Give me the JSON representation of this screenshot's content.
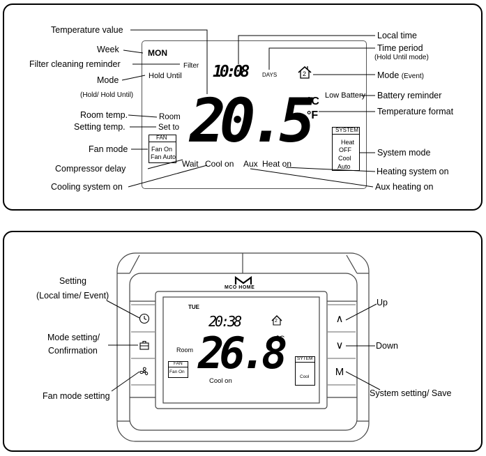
{
  "top_diagram": {
    "lcd": {
      "week": "MON",
      "filter": "Filter",
      "hold_until": "Hold  Until",
      "time": "10:08",
      "days": "DAYS",
      "temperature": "20.5",
      "unit_c": "°C",
      "unit_f": "°F",
      "low_battery": "Low Battery",
      "room": "Room",
      "set_to": "Set to",
      "fan_title": "FAN",
      "fan_on": "Fan On",
      "fan_auto": "Fan Auto",
      "system_title": "SYSTEM",
      "system_heat": "Heat",
      "system_off": "OFF",
      "system_cool": "Cool",
      "system_auto": "Auto",
      "wait": "Wait",
      "cool_on": "Cool on",
      "aux": "Aux",
      "heat_on": "Heat on",
      "event_number": "2"
    },
    "annotations": {
      "temperature_value": "Temperature value",
      "week": "Week",
      "filter_cleaning_reminder": "Filter cleaning reminder",
      "mode": "Mode",
      "mode_sub": "(Hold/ Hold Until)",
      "room_temp": "Room temp.",
      "setting_temp": "Setting temp.",
      "fan_mode": "Fan mode",
      "compressor_delay": "Compressor delay",
      "cooling_system_on": "Cooling system on",
      "local_time": "Local time",
      "time_period": "Time period",
      "time_period_sub": "(Hold Until mode)",
      "mode_event": "Mode",
      "mode_event_sub": "(Event)",
      "battery_reminder": "Battery reminder",
      "temperature_format": "Temperature format",
      "system_mode": "System mode",
      "heating_system_on": "Heating system on",
      "aux_heating_on": "Aux heating on"
    }
  },
  "bottom_diagram": {
    "brand": "MCO HOME",
    "lcd": {
      "week": "TUE",
      "time": "20:38",
      "temperature": "26.8",
      "unit_c": "°C",
      "room": "Room",
      "fan_title": "FAN",
      "fan_on": "Fan On",
      "system_title": "SYTEM",
      "system_cool": "Cool",
      "cool_on": "Cool on",
      "event_number": "2"
    },
    "buttons": {
      "up": "∧",
      "down": "∨",
      "m": "M"
    },
    "annotations": {
      "setting": "Setting",
      "setting_sub": "(Local time/ Event)",
      "mode_setting_1": "Mode setting/",
      "mode_setting_2": "Confirmation",
      "fan_mode_setting": "Fan mode setting",
      "up": "Up",
      "down": "Down",
      "system_setting_save": "System setting/ Save"
    }
  }
}
